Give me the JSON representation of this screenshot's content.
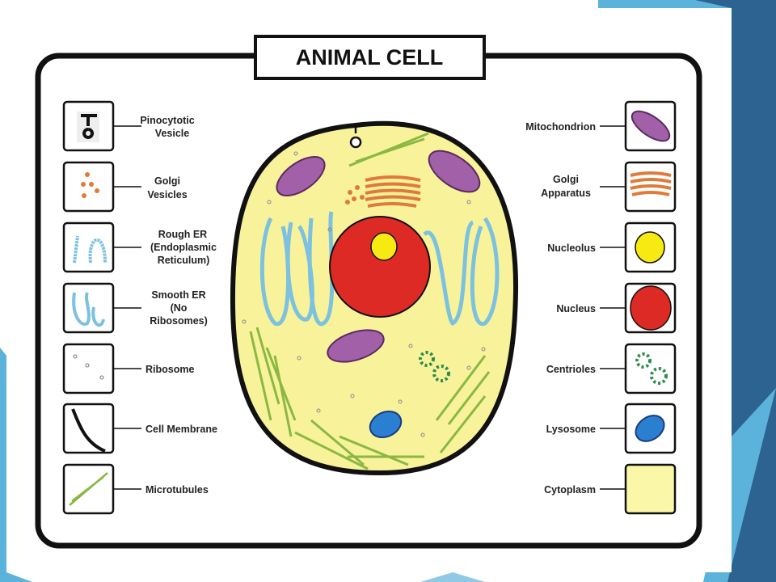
{
  "title": "ANIMAL CELL",
  "left_legend": [
    {
      "line1": "Pinocytotic",
      "line2": "Vesicle",
      "line3": ""
    },
    {
      "line1": "Golgi",
      "line2": "Vesicles",
      "line3": ""
    },
    {
      "line1": "Rough ER",
      "line2": "(Endoplasmic",
      "line3": "Reticulum)"
    },
    {
      "line1": "Smooth ER",
      "line2": "(No",
      "line3": "Ribosomes)"
    },
    {
      "line1": "Ribosome",
      "line2": "",
      "line3": ""
    },
    {
      "line1": "Cell Membrane",
      "line2": "",
      "line3": ""
    },
    {
      "line1": "Microtubules",
      "line2": "",
      "line3": ""
    }
  ],
  "right_legend": [
    {
      "line1": "Mitochondrion",
      "line2": ""
    },
    {
      "line1": "Golgi",
      "line2": "Apparatus"
    },
    {
      "line1": "Nucleolus",
      "line2": ""
    },
    {
      "line1": "Nucleus",
      "line2": ""
    },
    {
      "line1": "Centrioles",
      "line2": ""
    },
    {
      "line1": "Lysosome",
      "line2": ""
    },
    {
      "line1": "Cytoplasm",
      "line2": ""
    }
  ],
  "colors": {
    "cytoplasm": "#f8f39a",
    "nucleus": "#de2a24",
    "nucleolus": "#f7ea12",
    "mitochondrion": "#a260a8",
    "golgi": "#e07a3a",
    "er": "#7cc1e0",
    "microtubule": "#8ab843",
    "lysosome": "#2a7fd0",
    "centriole": "#2e8a4a",
    "slide_blue_dark": "#2a5f8c",
    "slide_blue_light": "#4aa7d4"
  }
}
